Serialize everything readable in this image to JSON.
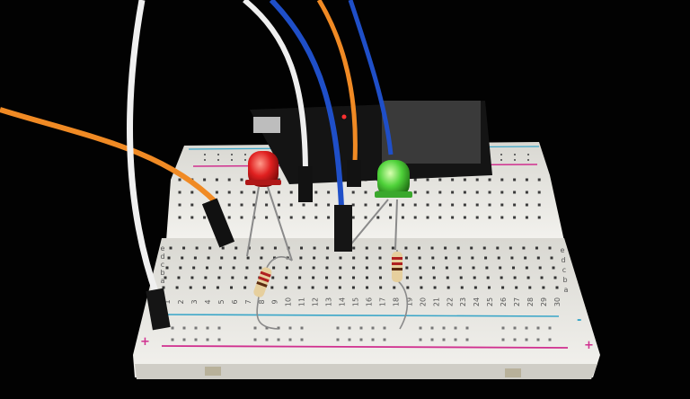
{
  "breadboard": {
    "column_numbers": [
      "1",
      "2",
      "3",
      "4",
      "5",
      "6",
      "7",
      "8",
      "9",
      "10",
      "11",
      "12",
      "13",
      "14",
      "15",
      "16",
      "17",
      "18",
      "19",
      "20",
      "21",
      "22",
      "23",
      "24",
      "25",
      "26",
      "27",
      "28",
      "29",
      "30"
    ],
    "row_letters": [
      "a",
      "b",
      "c",
      "d",
      "e"
    ],
    "plus_sign": "+",
    "minus_sign": "-",
    "colors": {
      "board": "#ecebe6",
      "positive_rail": "#d0308f",
      "negative_rail": "#3aa6c8"
    }
  },
  "components": {
    "leds": [
      {
        "color": "#e02020"
      },
      {
        "color": "#4fd23a"
      }
    ],
    "resistors": 2,
    "wire_colors": [
      "#f0f0f0",
      "#f08a24",
      "#f0f0f0",
      "#1f4fc8",
      "#f08a24",
      "#1f4fc8"
    ]
  }
}
